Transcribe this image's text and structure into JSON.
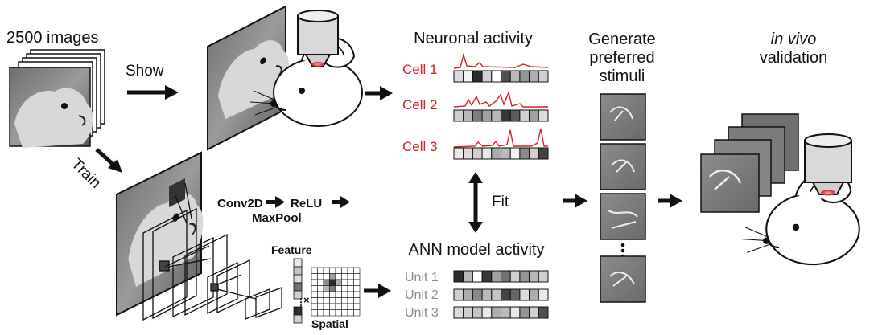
{
  "left": {
    "images_label": "2500 images",
    "show_label": "Show",
    "train_label": "Train"
  },
  "neuronal": {
    "title": "Neuronal activity",
    "cells": [
      "Cell 1",
      "Cell 2",
      "Cell 3"
    ],
    "colors": {
      "cell_text": "#d6202a",
      "trace": "#d6202a"
    }
  },
  "fit_label": "Fit",
  "ann": {
    "title": "ANN model activity",
    "units": [
      "Unit 1",
      "Unit 2",
      "Unit 3"
    ],
    "pipeline": [
      "Conv2D",
      "ReLU",
      "MaxPool"
    ],
    "feature_label": "Feature",
    "spatial_label": "Spatial",
    "times_symbol": "×"
  },
  "generate": {
    "title_lines": [
      "Generate",
      "preferred",
      "stimuli"
    ]
  },
  "validation": {
    "title_line1": "in vivo",
    "title_line2": "validation"
  },
  "activity": {
    "cell_rows": [
      [
        0.15,
        0.05,
        0.9,
        0.2,
        0.0,
        0.75,
        0.3,
        0.45,
        0.35,
        0.2
      ],
      [
        0.2,
        0.3,
        0.55,
        0.4,
        0.3,
        0.85,
        0.7,
        0.2,
        0.4,
        0.15
      ],
      [
        0.1,
        0.15,
        0.2,
        0.1,
        0.35,
        0.3,
        0.05,
        0.5,
        0.2,
        0.8
      ]
    ],
    "unit_rows": [
      [
        0.9,
        0.3,
        0.0,
        0.85,
        0.4,
        0.6,
        0.2,
        0.45,
        0.3,
        0.2
      ],
      [
        0.2,
        0.35,
        0.5,
        0.3,
        0.25,
        0.8,
        0.65,
        0.15,
        0.35,
        0.1
      ],
      [
        0.15,
        0.2,
        0.25,
        0.1,
        0.35,
        0.3,
        0.1,
        0.45,
        0.2,
        0.75
      ]
    ]
  }
}
